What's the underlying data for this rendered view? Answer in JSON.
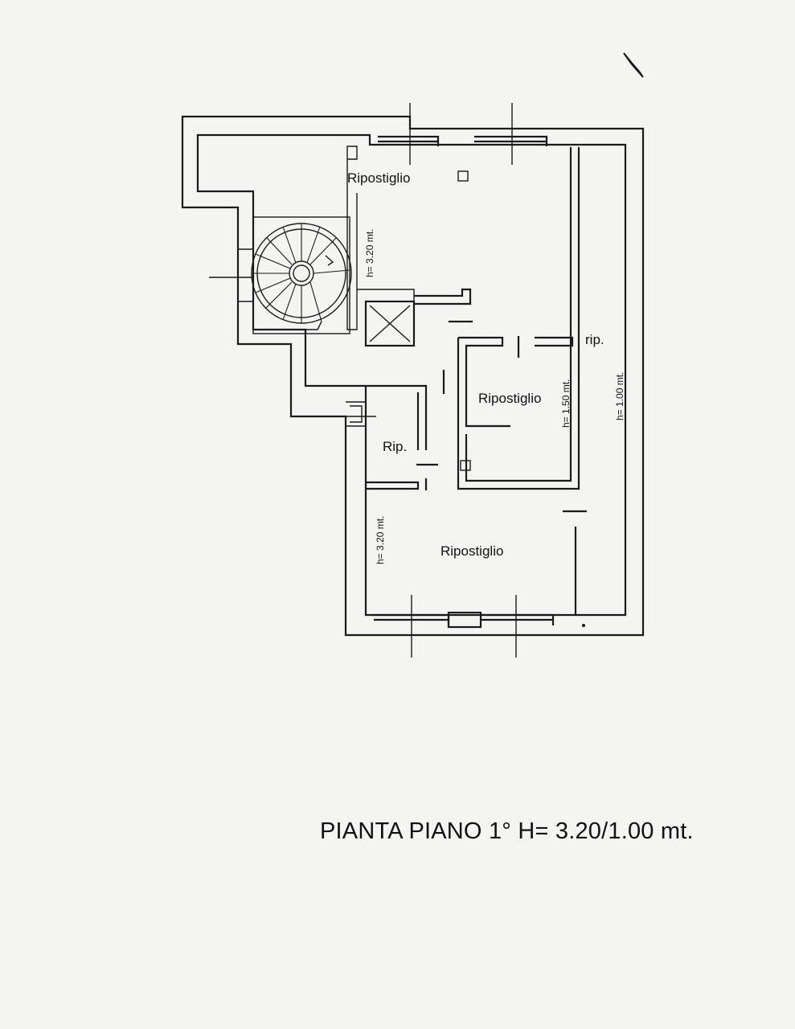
{
  "plan": {
    "title": "PIANTA PIANO 1° H= 3.20/1.00 mt.",
    "rooms": {
      "top": "Ripostiglio",
      "middle": "Ripostiglio",
      "small": "Rip.",
      "bottom": "Ripostiglio",
      "corridor": "rip."
    },
    "heights": {
      "top": "h= 3.20 mt.",
      "middle": "h= 1.50 mt.",
      "corridor": "h= 1.00 mt.",
      "bottom": "h= 3.20 mt."
    }
  }
}
